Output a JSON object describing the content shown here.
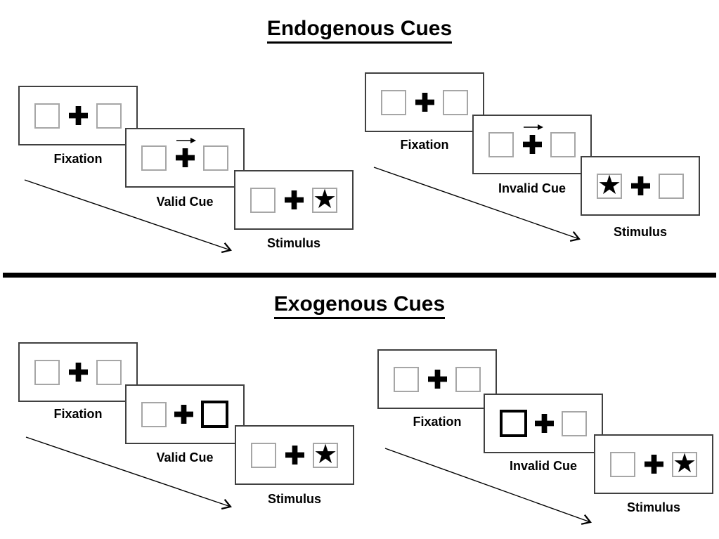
{
  "diagram": {
    "sections": [
      {
        "title": "Endogenous Cues",
        "trials": [
          {
            "name": "valid",
            "cue_type": "central-arrow-right",
            "star_side": "right",
            "panels": [
              {
                "label": "Fixation"
              },
              {
                "label": "Valid Cue"
              },
              {
                "label": "Stimulus"
              }
            ]
          },
          {
            "name": "invalid",
            "cue_type": "central-arrow-right",
            "star_side": "left",
            "panels": [
              {
                "label": "Fixation"
              },
              {
                "label": "Invalid Cue"
              },
              {
                "label": "Stimulus"
              }
            ]
          }
        ]
      },
      {
        "title": "Exogenous Cues",
        "trials": [
          {
            "name": "valid",
            "cue_type": "peripheral-highlight-right",
            "star_side": "right",
            "panels": [
              {
                "label": "Fixation"
              },
              {
                "label": "Valid Cue"
              },
              {
                "label": "Stimulus"
              }
            ]
          },
          {
            "name": "invalid",
            "cue_type": "peripheral-highlight-left",
            "star_side": "right",
            "panels": [
              {
                "label": "Fixation"
              },
              {
                "label": "Invalid Cue"
              },
              {
                "label": "Stimulus"
              }
            ]
          }
        ]
      }
    ],
    "glyphs": {
      "star": "★"
    },
    "colors": {
      "box_border": "#a6a6a6",
      "panel_border": "#404040",
      "highlight_border": "#000000",
      "text": "#000000",
      "background": "#ffffff"
    }
  }
}
